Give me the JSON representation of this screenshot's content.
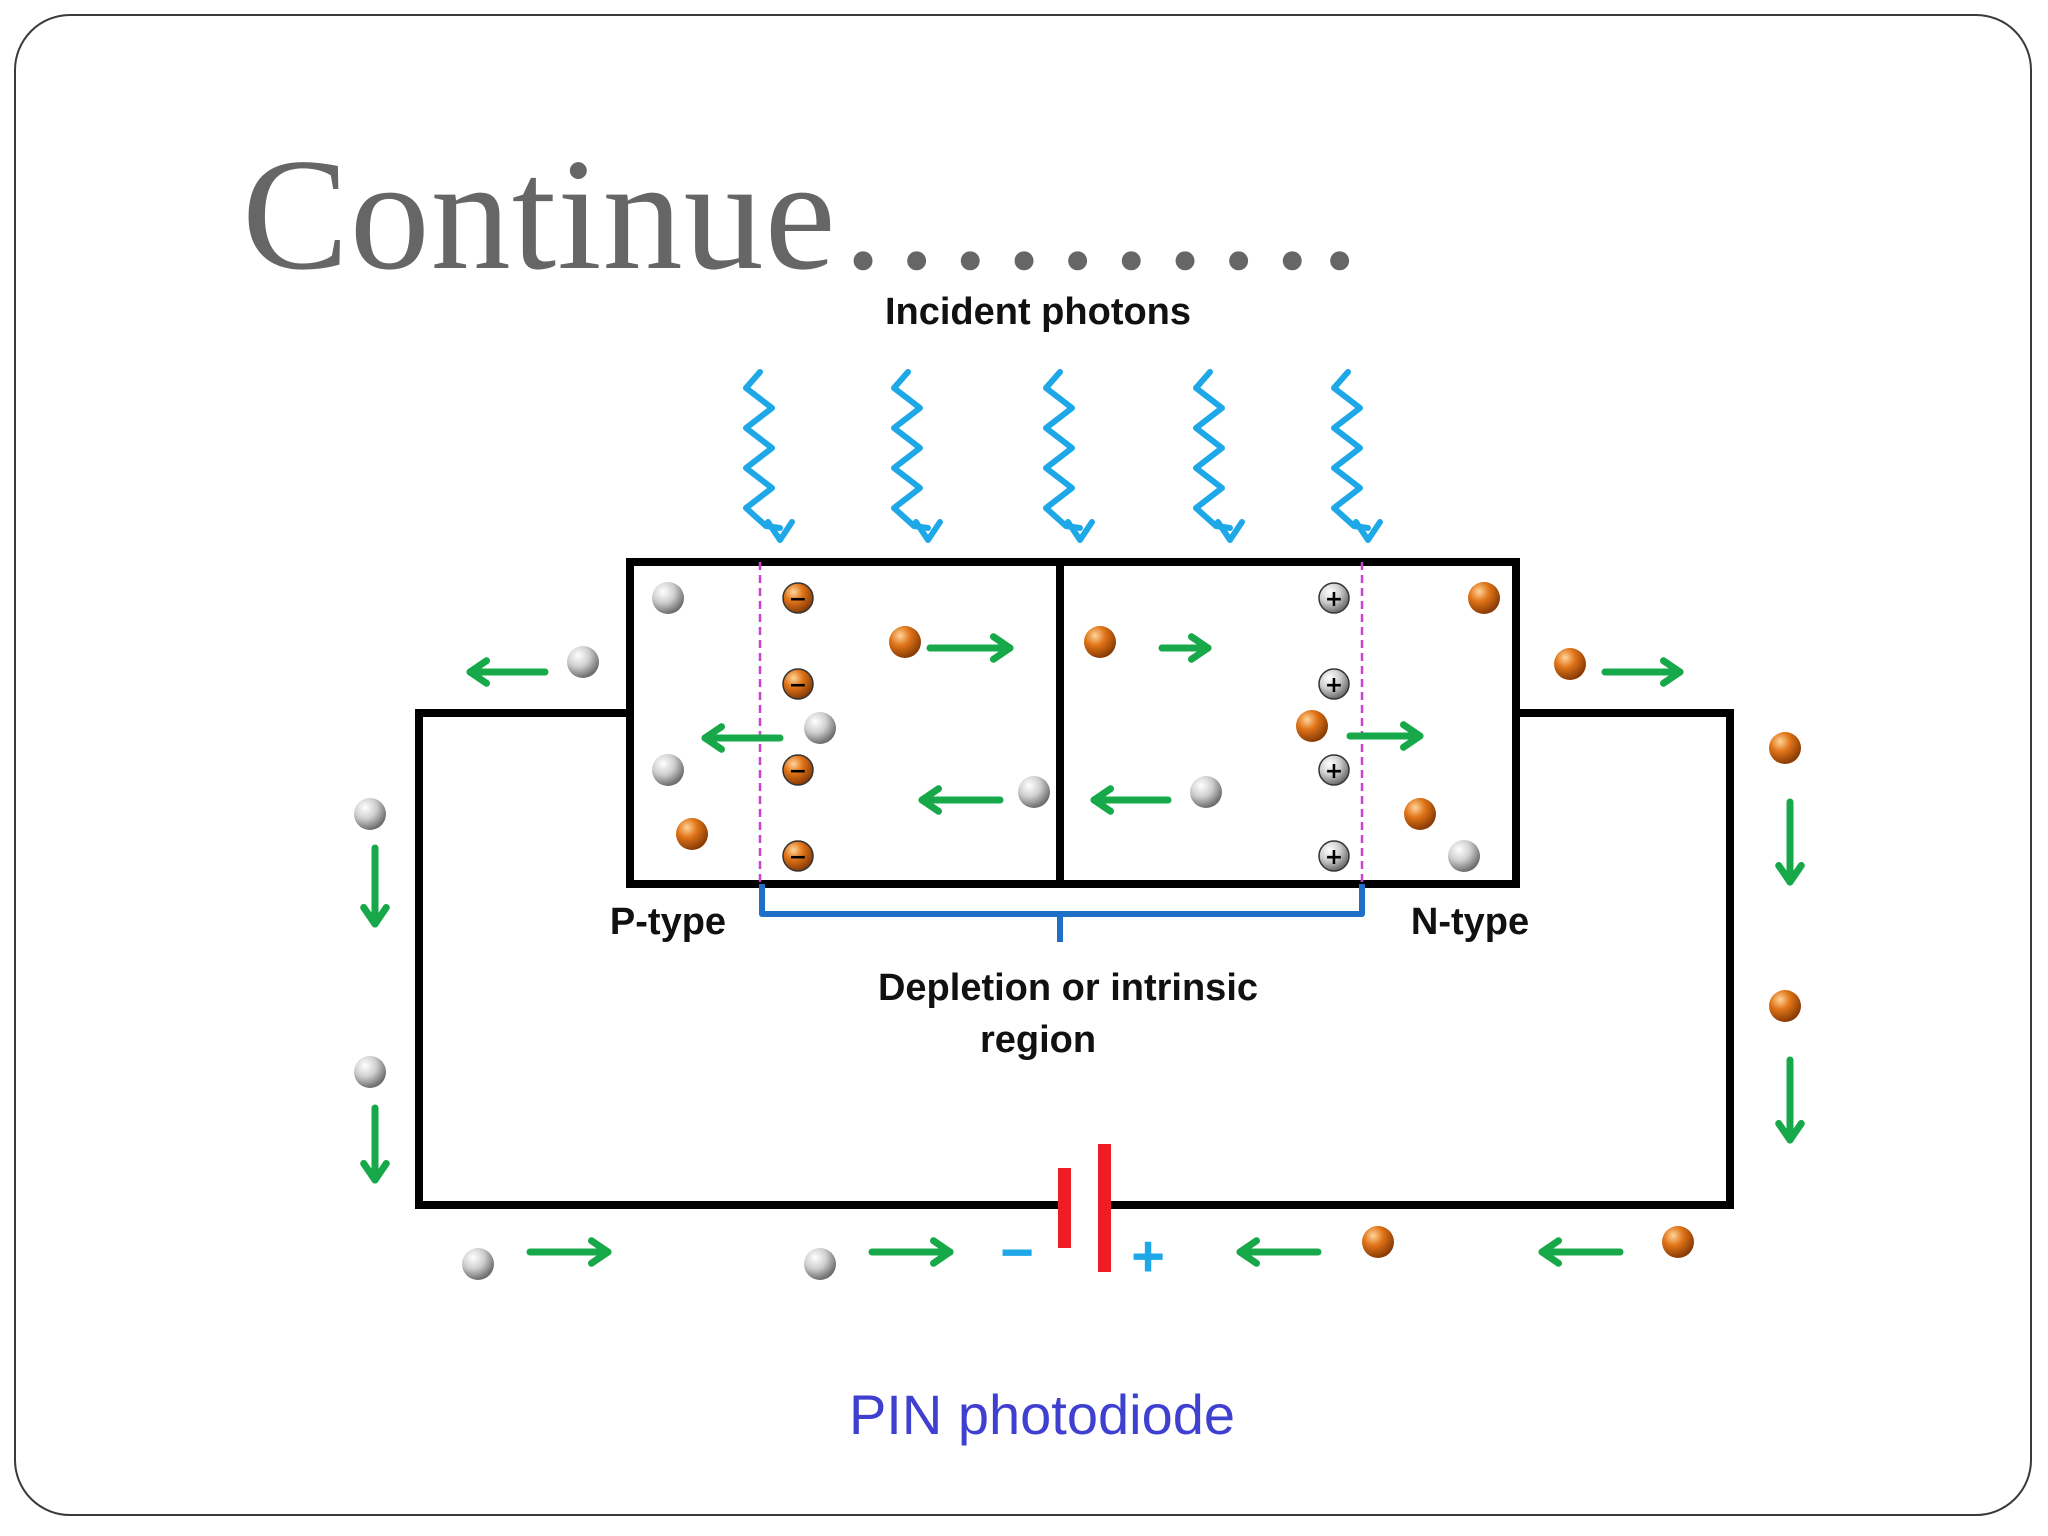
{
  "slide": {
    "title": "Continue……….",
    "caption": "PIN photodiode"
  },
  "diagram": {
    "incident_label": "Incident photons",
    "p_label": "P-type",
    "n_label": "N-type",
    "depletion_label_line1": "Depletion or intrinsic",
    "depletion_label_line2": "region",
    "battery_minus": "−",
    "battery_plus": "+",
    "acceptor_symbol": "−",
    "donor_symbol": "+"
  },
  "colors": {
    "photon": "#1ea8e8",
    "arrow": "#17a84a",
    "electron": "#d2690f",
    "hole": "#c8c8c8",
    "battery_plate": "#ee1c24",
    "battery_sign": "#1ea8e8",
    "depletion_bracket": "#1e6fc8",
    "depletion_boundary": "#cc44cc",
    "caption": "#3f3fd0"
  }
}
